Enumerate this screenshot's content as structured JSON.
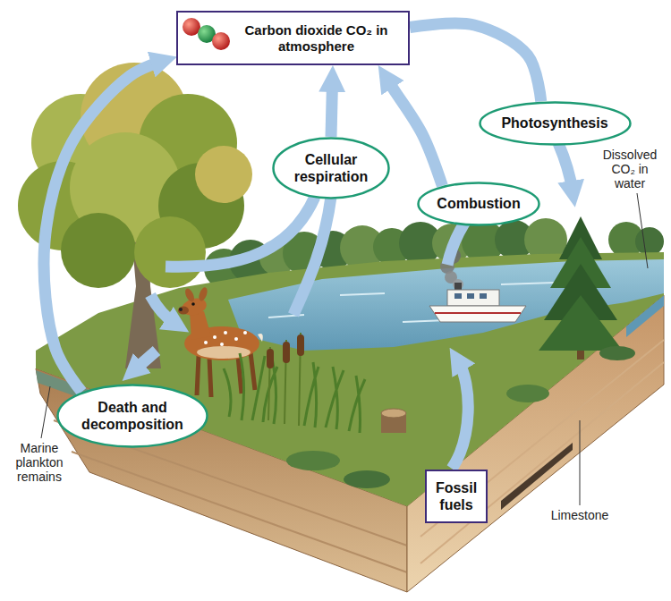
{
  "diagram": {
    "nodes": [
      {
        "text": [
          "Carbon dioxide CO₂ in atmosphere"
        ]
      },
      {
        "text": [
          "Photosynthesis"
        ]
      },
      {
        "text": [
          "Cellular respiration"
        ]
      },
      {
        "text": [
          "Combustion"
        ]
      },
      {
        "text": [
          "Death and decomposition"
        ]
      },
      {
        "text": [
          "Fossil fuels"
        ]
      }
    ],
    "edges": [
      {
        "from": 0,
        "to": 1,
        "arrow": "none"
      },
      {
        "from": 2,
        "to": 0,
        "arrow": "to"
      },
      {
        "from": 3,
        "to": 0,
        "arrow": "to"
      },
      {
        "from": 4,
        "to": 0,
        "arrow": "to"
      }
    ],
    "labels": [
      "Dissolved CO₂ in water",
      "Marine plankton remains",
      "Limestone"
    ]
  }
}
